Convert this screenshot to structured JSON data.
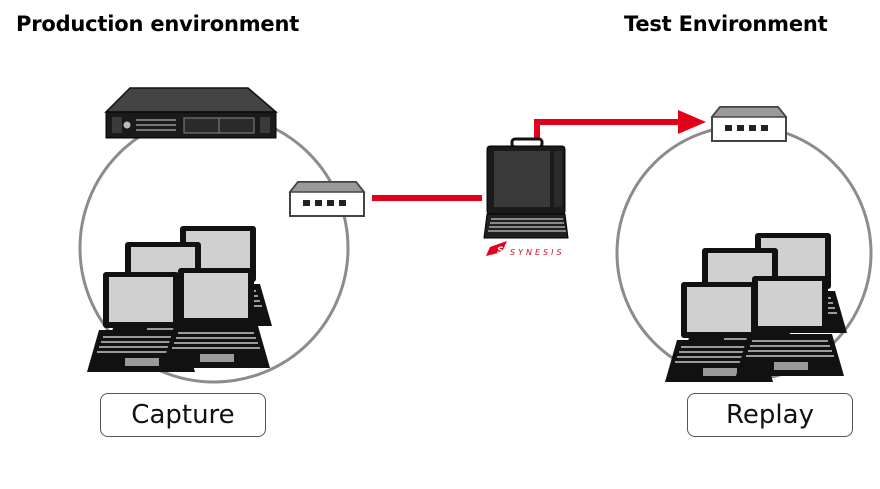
{
  "environments": {
    "production": {
      "title": "Production environment",
      "label": "Capture"
    },
    "test": {
      "title": "Test Environment",
      "label": "Replay"
    }
  },
  "device": {
    "brand": "SYNESIS",
    "logo_mark": "S"
  },
  "icons": [
    "server-icon",
    "network-switch-icon",
    "laptop-icon",
    "portable-analyzer-icon",
    "arrow-icon"
  ],
  "colors": {
    "link": "#e3001b",
    "circle": "#8c8c8c",
    "device": "#111111",
    "screen": "#cfcfcf"
  }
}
